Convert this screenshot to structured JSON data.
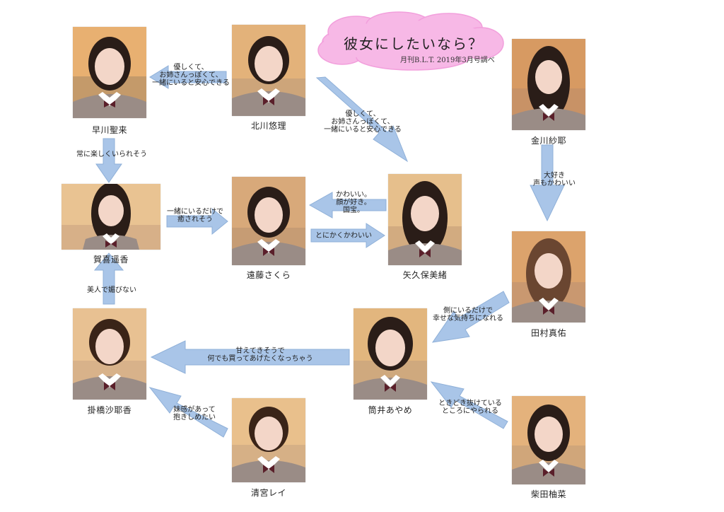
{
  "title": "彼女にしたいなら？",
  "subtitle": "月刊B.L.T. 2019年3月号調べ",
  "colors": {
    "arrow_fill": "#a9c5e8",
    "arrow_stroke": "#8fb0d8",
    "cloud_fill": "#f7b8e6",
    "cloud_stroke": "#f29fdc",
    "uniform": "#9a8c86",
    "collar": "#ffffff",
    "ribbon": "#5a1f2a",
    "hair": "#2a1d18",
    "skin": "#f3d6c8",
    "bg_autumn": "#d9a86a"
  },
  "members": {
    "hayakawa": "早川聖来",
    "kitagawa": "北川悠理",
    "kanagawa": "金川紗耶",
    "kaki": "賀喜遥香",
    "endo": "遠藤さくら",
    "yakubo": "矢久保美緒",
    "tamura": "田村真佑",
    "tsutsui": "筒井あやめ",
    "kakehashi": "掛橋沙耶香",
    "seimiya": "清宮レイ",
    "shibata": "柴田柚菜"
  },
  "relations": {
    "kitagawa_hayakawa": [
      "優しくて、",
      "お姉さんっぽくて、",
      "一緒にいると安心できる"
    ],
    "kitagawa_yakubo": [
      "優しくて、",
      "お姉さんっぽくて、",
      "一緒にいると安心できる"
    ],
    "hayakawa_kaki": [
      "常に楽しくいられそう"
    ],
    "kanagawa_tamura": [
      "大好き",
      "声もかわいい"
    ],
    "kaki_endo": [
      "一緒にいるだけで",
      "癒されそう"
    ],
    "yakubo_endo": [
      "かわいい。",
      "顔が好き。",
      "国宝。"
    ],
    "endo_yakubo": [
      "とにかくかわいい"
    ],
    "tamura_tsutsui": [
      "側にいるだけで",
      "幸せな気持ちになれる"
    ],
    "kakehashi_kaki": [
      "美人で媚びない"
    ],
    "tsutsui_kakehashi": [
      "甘えてきそうで",
      "何でも買ってあげたくなっちゃう"
    ],
    "seimiya_kakehashi": [
      "妹感があって",
      "抱きしめたい"
    ],
    "shibata_tsutsui": [
      "ときどき抜けている",
      "ところにやられる"
    ]
  }
}
